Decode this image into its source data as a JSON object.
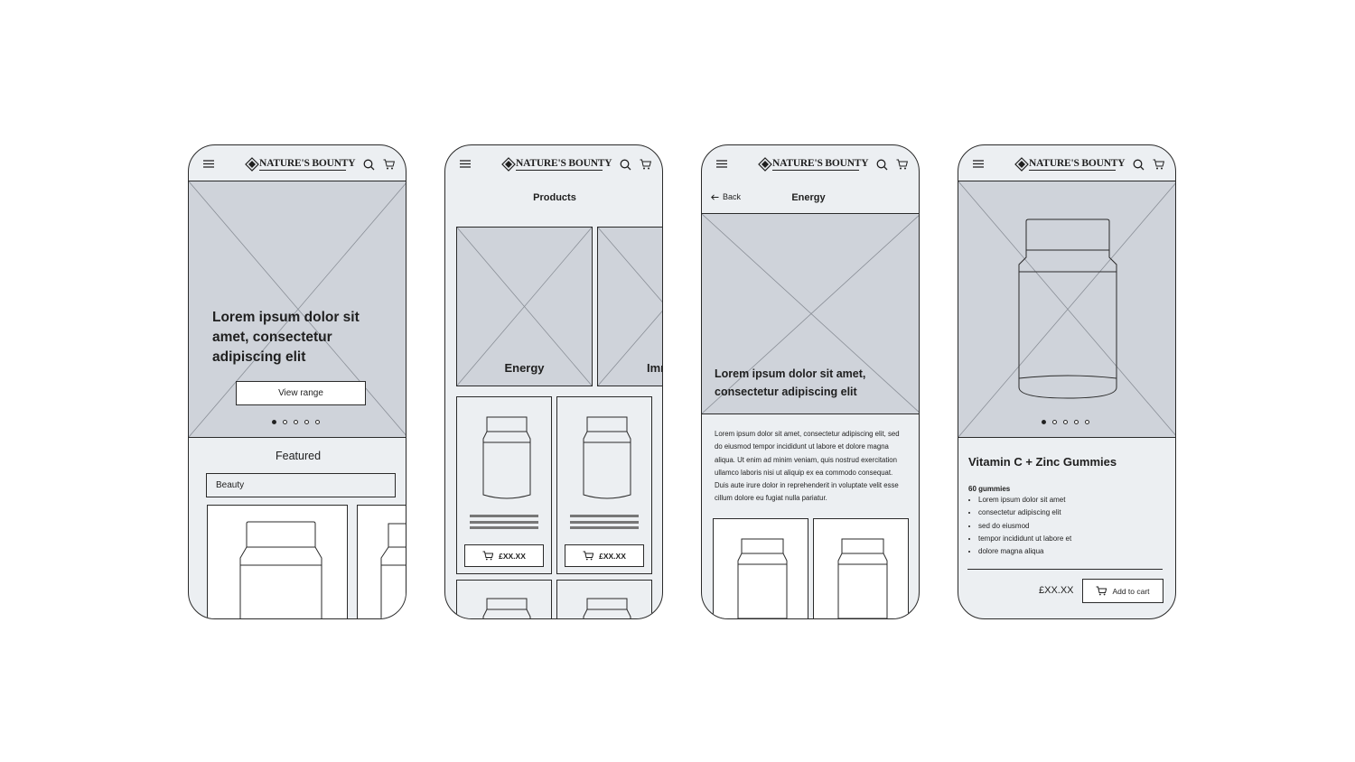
{
  "brand": {
    "name": "NATURE'S BOUNTY"
  },
  "screen1": {
    "hero_title": "Lorem ipsum dolor sit amet, consectetur adipiscing elit",
    "cta_label": "View range",
    "carousel_dots": 5,
    "carousel_active_index": 0,
    "section_title": "Featured",
    "filter_value": "Beauty"
  },
  "screen2": {
    "page_title": "Products",
    "categories": [
      "Energy",
      "Imm"
    ],
    "products": [
      {
        "price": "£XX.XX"
      },
      {
        "price": "£XX.XX"
      }
    ]
  },
  "screen3": {
    "back_label": "Back",
    "page_title": "Energy",
    "hero_title": "Lorem ipsum dolor sit amet, consectetur adipiscing elit",
    "body_text": "Lorem ipsum dolor sit amet, consectetur adipiscing elit, sed do eiusmod tempor incididunt ut labore et dolore magna aliqua. Ut enim ad minim veniam, quis nostrud exercitation ullamco laboris nisi ut aliquip ex ea commodo consequat. Duis aute irure dolor in reprehenderit in voluptate velit esse cillum dolore eu fugiat nulla pariatur."
  },
  "screen4": {
    "carousel_dots": 5,
    "carousel_active_index": 0,
    "product_name": "Vitamin C + Zinc Gummies",
    "quantity": "60 gummies",
    "features": [
      "Lorem ipsum dolor sit amet",
      "consectetur adipiscing elit",
      "sed do eiusmod",
      "tempor incididunt ut labore et",
      "dolore magna aliqua"
    ],
    "price": "£XX.XX",
    "add_to_cart_label": "Add to cart"
  },
  "colors": {
    "placeholder": "#cfd3da",
    "screen_bg": "#eceff2",
    "stroke": "#2a2a2a"
  }
}
